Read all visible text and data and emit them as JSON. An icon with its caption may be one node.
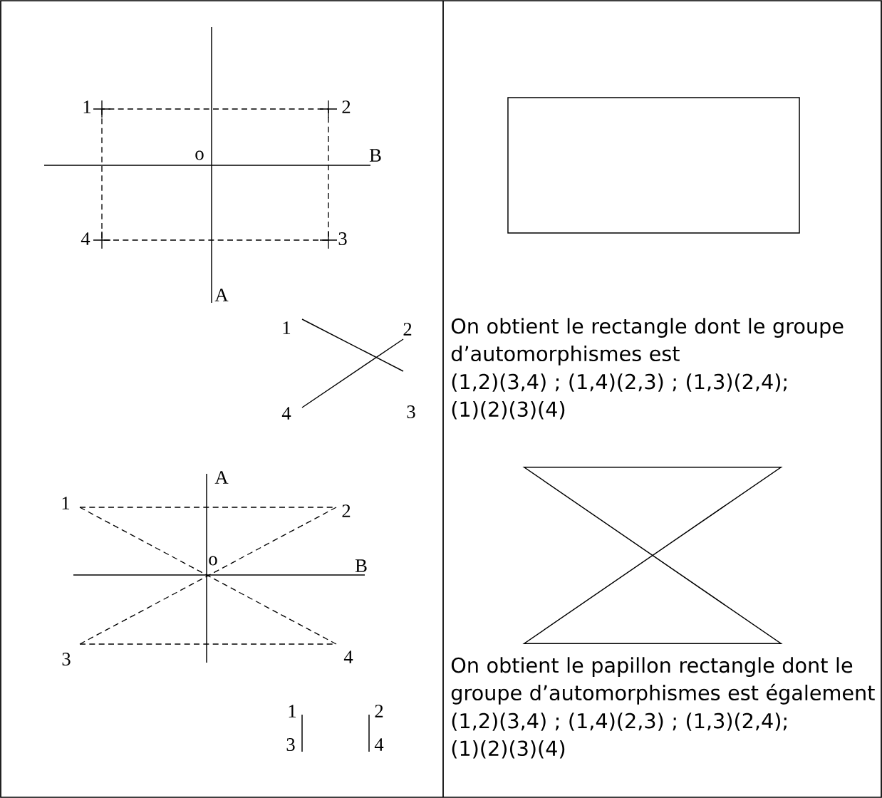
{
  "diagram": {
    "nodes": [
      {
        "text": [],
        "shape": "box"
      },
      {
        "text": [],
        "shape": "bowtie"
      }
    ],
    "labels": [
      "1",
      "2",
      "o",
      "B",
      "4",
      "3",
      "A",
      "1",
      "2",
      "4",
      "3",
      "On obtient le rectangle dont le groupe d’automorphismes est",
      "(1,2)(3,4) ; (1,4)(2,3) ; (1,3)(2,4); (1)(2)(3)(4)",
      "A",
      "1",
      "2",
      "o",
      "B",
      "3",
      "4",
      "On obtient le papillon rectangle dont le groupe d’automorphismes est également",
      "(1,2)(3,4) ; (1,4)(2,3) ; (1,3)(2,4); (1)(2)(3)(4)",
      "1",
      "2",
      "3",
      "4"
    ]
  }
}
